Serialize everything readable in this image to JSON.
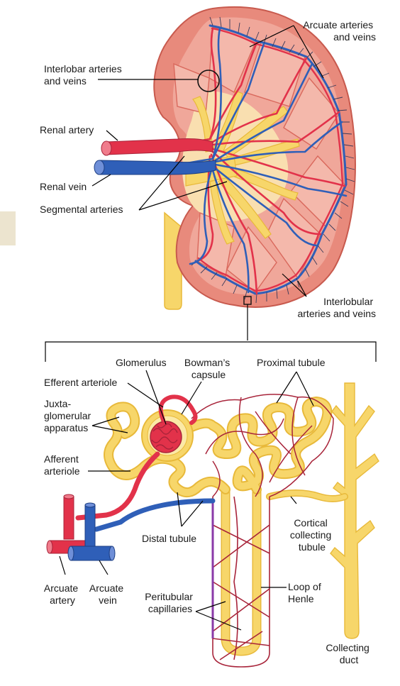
{
  "labels": {
    "arcuate_arteries_veins": [
      "Arcuate arteries",
      "and veins"
    ],
    "interlobar_arteries_veins": [
      "Interlobar arteries",
      "and veins"
    ],
    "renal_artery": "Renal artery",
    "renal_vein": "Renal vein",
    "segmental_arteries": "Segmental arteries",
    "interlobular_arteries_veins": [
      "Interlobular",
      "arteries and veins"
    ],
    "glomerulus": "Glomerulus",
    "bowmans_capsule": [
      "Bowman’s",
      "capsule"
    ],
    "proximal_tubule": "Proximal tubule",
    "efferent_arteriole": "Efferent arteriole",
    "juxtaglomerular_apparatus": [
      "Juxta-",
      "glomerular",
      "apparatus"
    ],
    "afferent_arteriole": [
      "Afferent",
      "arteriole"
    ],
    "distal_tubule": "Distal tubule",
    "cortical_collecting_tubule": [
      "Cortical",
      "collecting",
      "tubule"
    ],
    "arcuate_artery": [
      "Arcuate",
      "artery"
    ],
    "arcuate_vein": [
      "Arcuate",
      "vein"
    ],
    "peritubular_capillaries": [
      "Peritubular",
      "capillaries"
    ],
    "loop_of_henle": [
      "Loop of",
      "Henle"
    ],
    "collecting_duct": [
      "Collecting",
      "duct"
    ]
  },
  "colors": {
    "artery": "#e2324a",
    "vein": "#2f5fb8",
    "tubule": "#f7d66a",
    "tubule_outline": "#e8b93a",
    "cortex": "#f0a79a",
    "cortex_edge": "#d9685c",
    "pyramid": "#f4b8ab",
    "capillary": "#a8243a",
    "medulla_bg": "#f9dfb0"
  }
}
